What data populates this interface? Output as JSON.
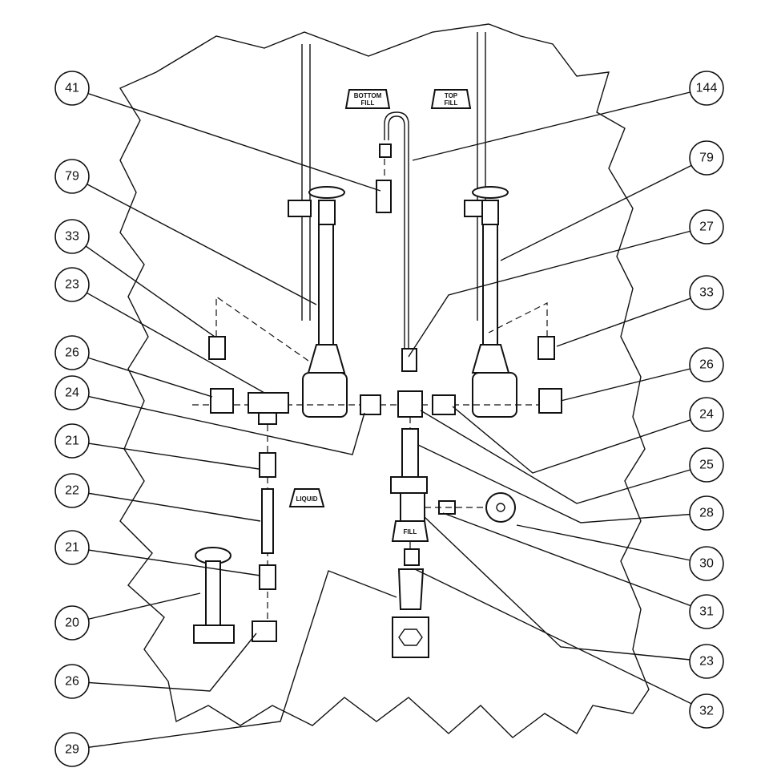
{
  "tags": {
    "bottom_fill_1": "BOTTOM",
    "bottom_fill_2": "FILL",
    "top_fill_1": "TOP",
    "top_fill_2": "FILL",
    "liquid": "LIQUID",
    "fill": "FILL"
  },
  "callouts_left": [
    "41",
    "79",
    "33",
    "23",
    "26",
    "24",
    "21",
    "22",
    "21",
    "20",
    "26",
    "29"
  ],
  "callouts_right": [
    "144",
    "79",
    "27",
    "33",
    "26",
    "24",
    "25",
    "28",
    "30",
    "31",
    "23",
    "32"
  ]
}
